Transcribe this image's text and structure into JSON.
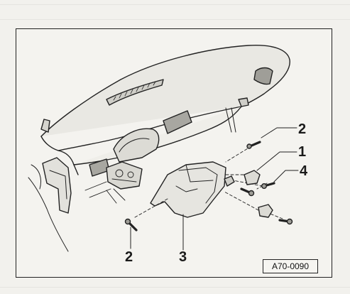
{
  "figure": {
    "reference_code": "A70-0090"
  },
  "callouts": [
    {
      "id": "c2-top",
      "label": "2"
    },
    {
      "id": "c1",
      "label": "1"
    },
    {
      "id": "c4",
      "label": "4"
    },
    {
      "id": "c2-bottom",
      "label": "2"
    },
    {
      "id": "c3",
      "label": "3"
    }
  ],
  "colors": {
    "line": "#222222",
    "paper": "#f4f3ef",
    "shade": "#bdbcb6"
  }
}
